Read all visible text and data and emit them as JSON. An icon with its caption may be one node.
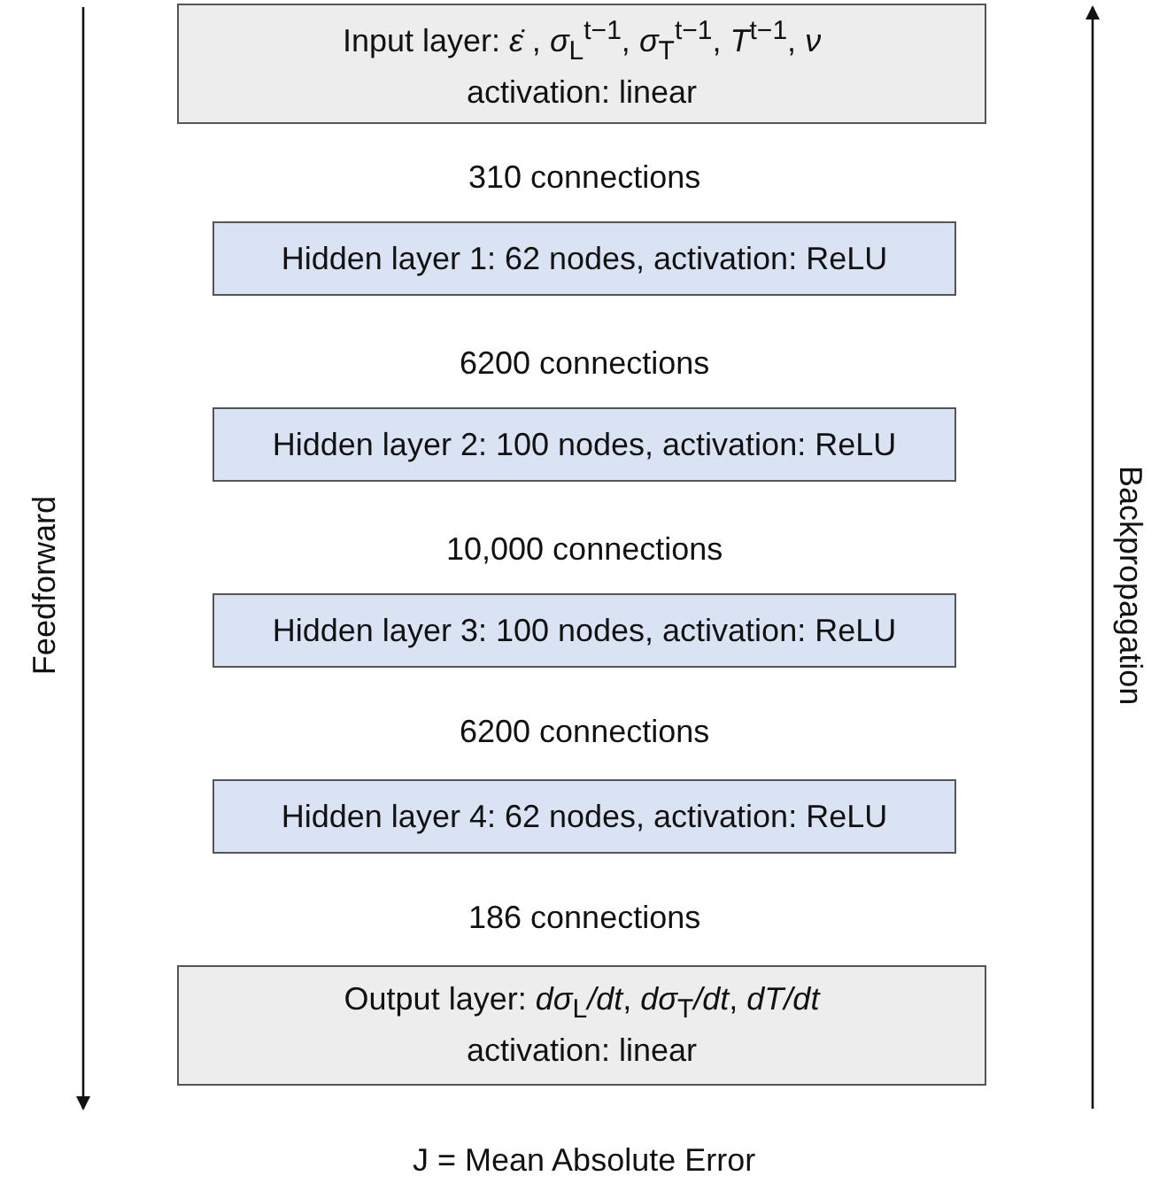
{
  "diagram": {
    "nodes": [
      {
        "text": [
          "Input layer: *ε̇* , *σ*$_{L}$$^{t−1}$, *σ*$_{T}$$^{t−1}$, *T*$^{t−1}$, *ν*",
          "activation: linear"
        ]
      },
      {
        "text": [
          "Hidden layer 1: 62 nodes, activation: ReLU"
        ]
      },
      {
        "text": [
          "Hidden layer 2: 100 nodes, activation: ReLU"
        ]
      },
      {
        "text": [
          "Hidden layer 3: 100 nodes, activation: ReLU"
        ]
      },
      {
        "text": [
          "Hidden layer 4: 62 nodes, activation: ReLU"
        ]
      },
      {
        "text": [
          "Output layer: *dσ*$_{L}$*/dt*, *dσ*$_{T}$*/dt*, *dT/dt*",
          "activation: linear"
        ]
      }
    ],
    "edges": [],
    "labels": [
      "310 connections",
      "6200 connections",
      "10,000 connections",
      "6200 connections",
      "186 connections",
      "Feedforward",
      "Backpropagation",
      "J = Mean Absolute Error"
    ]
  }
}
